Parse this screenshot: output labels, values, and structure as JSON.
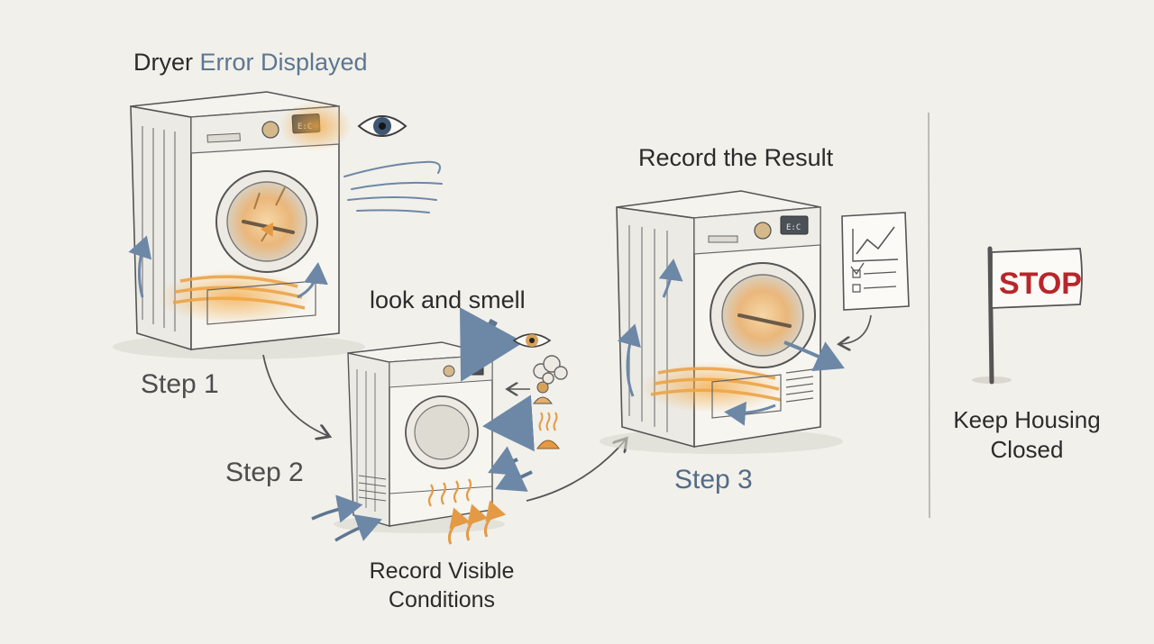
{
  "title": {
    "prefix": "Dryer",
    "accent": "Error Displayed"
  },
  "steps": {
    "step1": "Step 1",
    "step2": "Step 2",
    "step3": "Step 3"
  },
  "labels": {
    "look_and_smell": "look and smell",
    "record_visible_conditions": "Record Visible Conditions",
    "record_result": "Record the Result",
    "keep_housing_closed": "Keep Housing Closed",
    "stop_sign": "STOP"
  },
  "colors": {
    "background": "#f1f0ea",
    "accent_blue": "#5d7691",
    "heat_orange": "#e9a24a",
    "stop_red": "#b8262a",
    "line_gray": "#5a5a5a"
  },
  "icons": [
    "eye-icon",
    "airflow-icon",
    "smoke-icon",
    "person-icon",
    "heat-waves-icon",
    "chart-clipboard-icon",
    "stop-flag-icon"
  ]
}
